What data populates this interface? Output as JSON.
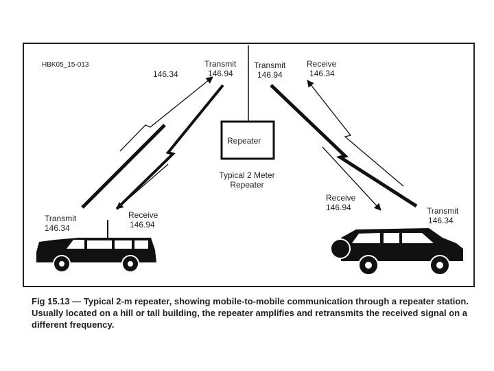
{
  "figure_id": "HBK05_15-013",
  "repeater": {
    "box_label": "Repeater",
    "caption_line1": "Typical 2 Meter",
    "caption_line2": "Repeater",
    "left_link": {
      "label": "Transmit",
      "freq": "146.94"
    },
    "right_link": {
      "label": "Transmit",
      "freq": "146.94"
    }
  },
  "left_uplink_freq": "146.34",
  "right_receive": {
    "label": "Receive",
    "freq": "146.34"
  },
  "left_car": {
    "transmit": {
      "label": "Transmit",
      "freq": "146.34"
    },
    "receive": {
      "label": "Receive",
      "freq": "146.94"
    }
  },
  "right_car": {
    "receive": {
      "label": "Receive",
      "freq": "146.94"
    },
    "transmit": {
      "label": "Transmit",
      "freq": "146.34"
    }
  },
  "caption": "Fig 15.13 — Typical 2-m repeater, showing mobile-to-mobile communication through a repeater station. Usually located on a hill or tall building, the repeater amplifies and retransmits the received signal on a different frequency.",
  "colors": {
    "ink": "#111111",
    "frame": "#222222",
    "background": "#ffffff"
  }
}
